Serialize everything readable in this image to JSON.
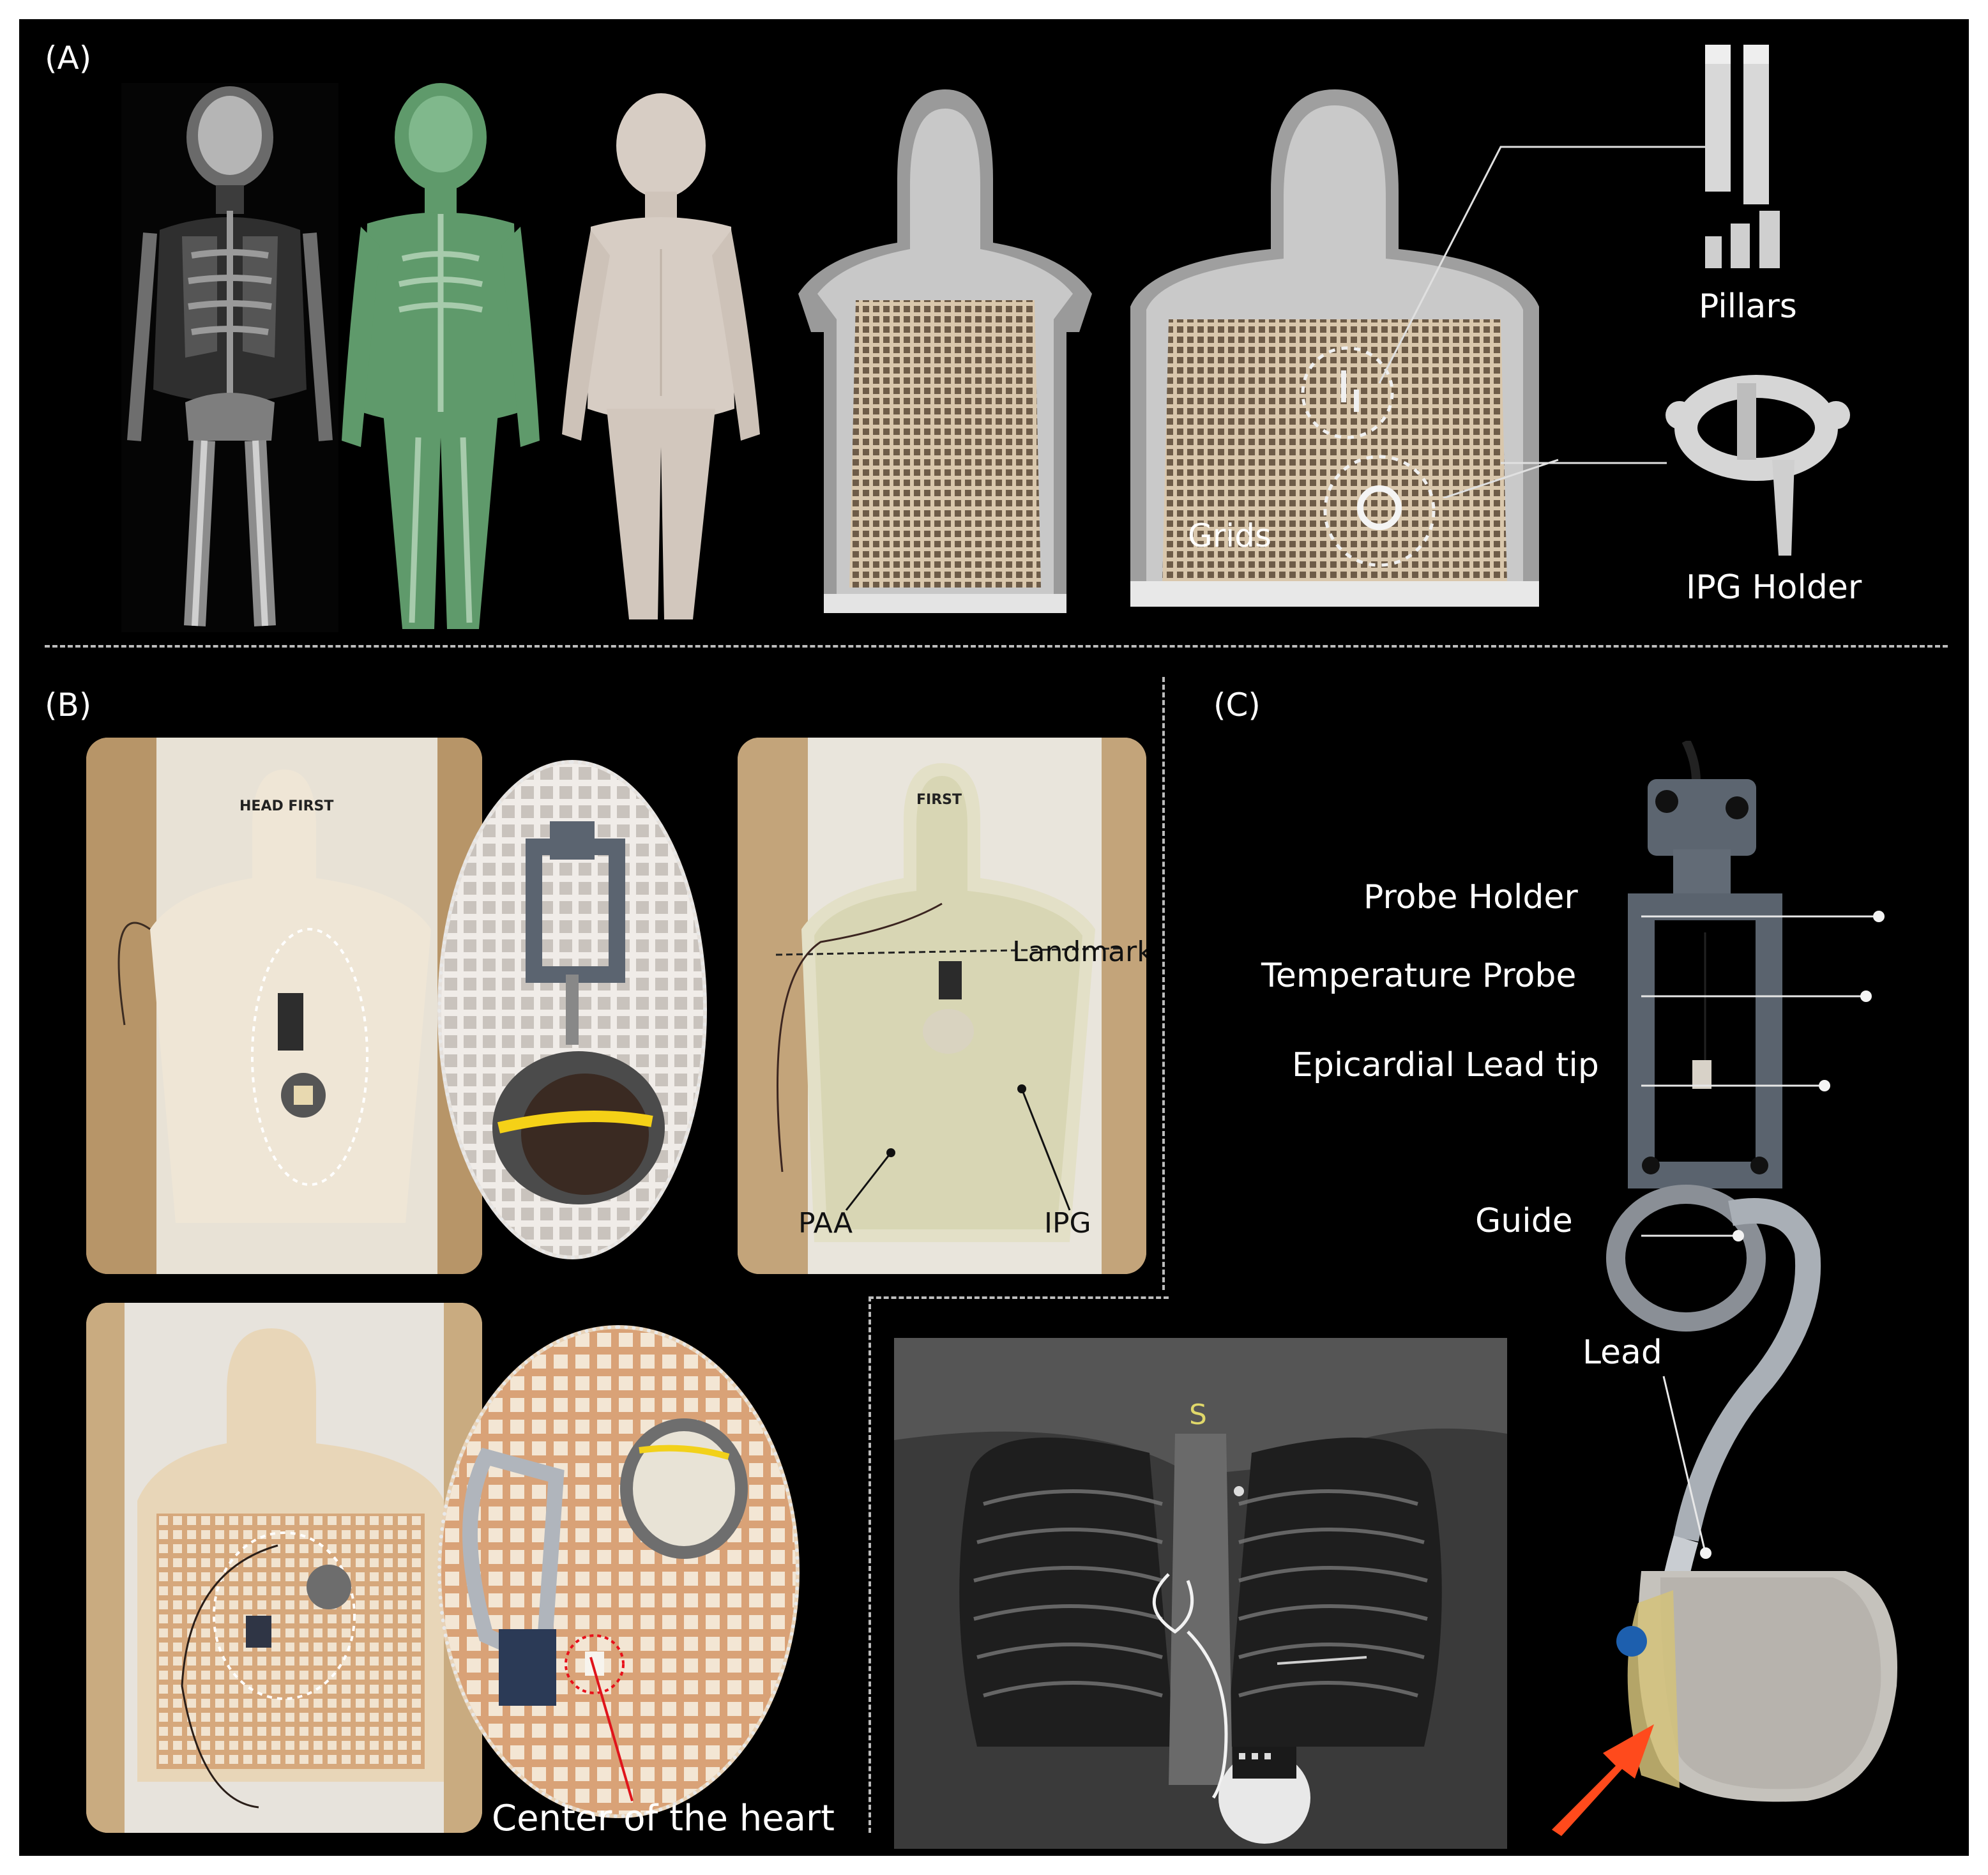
{
  "panels": {
    "a": {
      "tag": "(A)",
      "labels": {
        "grids": "Grids",
        "pillars": "Pillars",
        "ipg_holder": "IPG Holder"
      }
    },
    "b": {
      "tag": "(B)",
      "labels": {
        "landmark": "Landmark",
        "paa": "PAA",
        "ipg": "IPG",
        "center_heart": "Center of the heart",
        "head_first_1": "HEAD FIRST",
        "head_first_2": "FIRST"
      }
    },
    "c": {
      "tag": "(C)",
      "labels": {
        "probe_holder": "Probe Holder",
        "temperature_probe": "Temperature Probe",
        "epicardial_lead_tip": "Epicardial Lead tip",
        "guide": "Guide",
        "lead": "Lead",
        "xray_marker": "S"
      }
    }
  },
  "colors": {
    "background": "#000000",
    "segmentation_green": "#5f9a6b",
    "phantom_body": "#d7cdc4",
    "grid": "#b79f7f",
    "arrow_orange": "#ff4a1c",
    "center_marker": "#e0141b"
  }
}
